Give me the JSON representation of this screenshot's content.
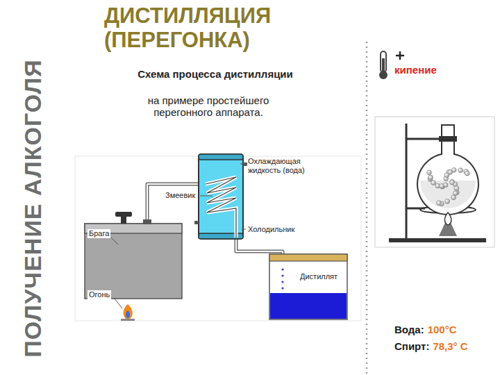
{
  "diagram": {
    "title": "ДИСТИЛЛЯЦИЯ (ПЕРЕГОНКА)",
    "caption": "Схема процесса дистилляции",
    "labels": [
      "на примере простейшего перегонного аппарата.",
      "Охлаждающая жидкость (вода)",
      "Змеевик",
      "Брага",
      "Холодильник",
      "Огонь",
      "Дистиллят",
      "кипение",
      "Вода:",
      "100°C",
      "Спирт:",
      "78,3° C",
      "ПОЛУЧЕНИЕ АЛКОГОЛЯ"
    ]
  }
}
